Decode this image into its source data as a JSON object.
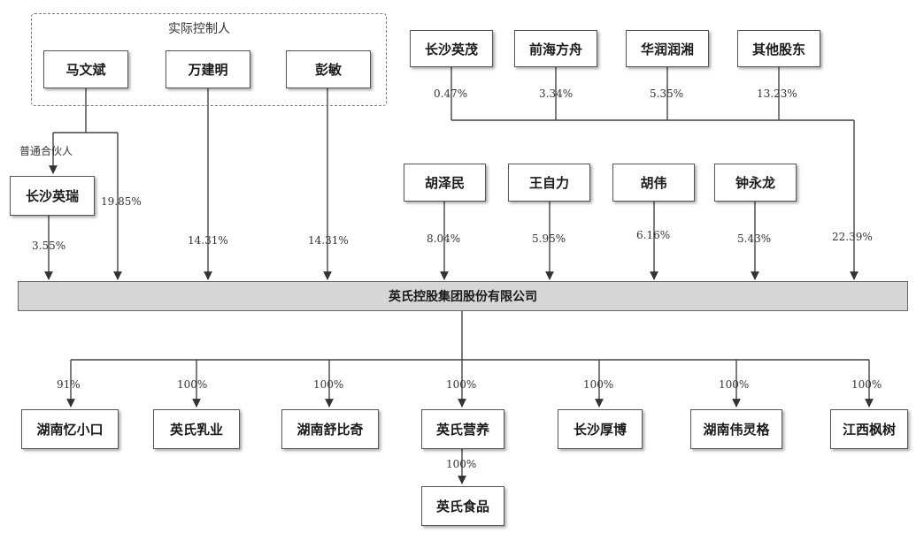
{
  "controllers": {
    "group_label": "实际控制人",
    "ma": "马文斌",
    "wan": "万建明",
    "peng": "彭敏"
  },
  "partnership": {
    "relation_label": "普通合伙人",
    "name": "长沙英瑞"
  },
  "top_holders": [
    {
      "name": "长沙英茂",
      "pct": "0.47%"
    },
    {
      "name": "前海方舟",
      "pct": "3.34%"
    },
    {
      "name": "华润润湘",
      "pct": "5.35%"
    },
    {
      "name": "其他股东",
      "pct": "13.23%"
    }
  ],
  "individuals": [
    {
      "name": "胡泽民",
      "pct": "8.04%"
    },
    {
      "name": "王自力",
      "pct": "5.95%"
    },
    {
      "name": "胡伟",
      "pct": "6.16%"
    },
    {
      "name": "钟永龙",
      "pct": "5.43%"
    }
  ],
  "direct_pcts": {
    "yingrui": "3.55%",
    "ma": "19.85%",
    "wan": "14.31%",
    "peng": "14.31%",
    "others_total": "22.39%"
  },
  "company": "英氏控股集团股份有限公司",
  "subsidiaries": [
    {
      "name": "湖南忆小口",
      "pct": "91%"
    },
    {
      "name": "英氏乳业",
      "pct": "100%"
    },
    {
      "name": "湖南舒比奇",
      "pct": "100%"
    },
    {
      "name": "英氏营养",
      "pct": "100%"
    },
    {
      "name": "长沙厚博",
      "pct": "100%"
    },
    {
      "name": "湖南伟灵格",
      "pct": "100%"
    },
    {
      "name": "江西枫树",
      "pct": "100%"
    }
  ],
  "sub_sub": {
    "name": "英氏食品",
    "pct": "100%"
  }
}
